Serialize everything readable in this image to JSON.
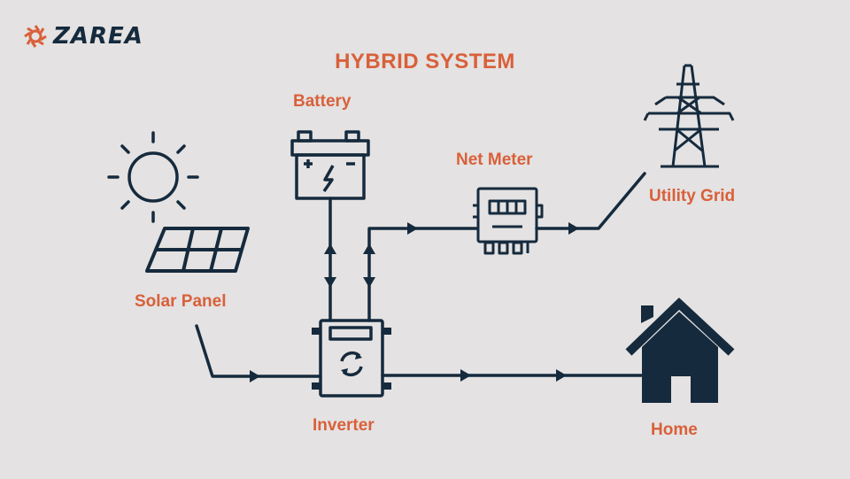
{
  "brand": {
    "name": "ZAREA",
    "logo_icon": "zarea-logo-icon"
  },
  "title": "HYBRID SYSTEM",
  "labels": {
    "battery": "Battery",
    "net_meter": "Net Meter",
    "utility_grid": "Utility Grid",
    "solar_panel": "Solar Panel",
    "inverter": "Inverter",
    "home": "Home"
  },
  "icons": [
    "sun-icon",
    "solar-panel-icon",
    "battery-icon",
    "net-meter-icon",
    "utility-tower-icon",
    "inverter-icon",
    "home-icon"
  ],
  "colors": {
    "accent": "#d9603a",
    "dark": "#152a3d",
    "background": "#e4e2e2"
  }
}
